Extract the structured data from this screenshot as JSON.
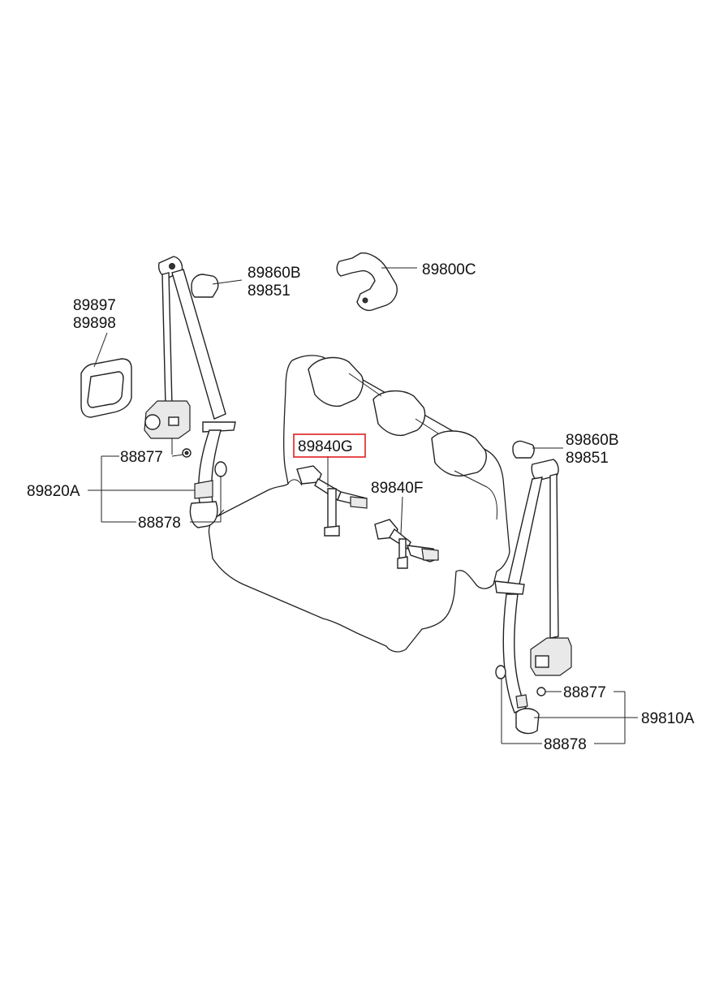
{
  "labels": {
    "l_89860B_top": "89860B",
    "l_89851_top": "89851",
    "l_89800C": "89800C",
    "l_89897": "89897",
    "l_89898": "89898",
    "l_88877_left": "88877",
    "l_89820A": "89820A",
    "l_88878_left": "88878",
    "l_89840G": "89840G",
    "l_89840F": "89840F",
    "l_89860B_right": "89860B",
    "l_89851_right": "89851",
    "l_88877_right": "88877",
    "l_89810A": "89810A",
    "l_88878_right": "88878"
  },
  "highlight": {
    "part": "89840G",
    "color": "#e02020"
  }
}
